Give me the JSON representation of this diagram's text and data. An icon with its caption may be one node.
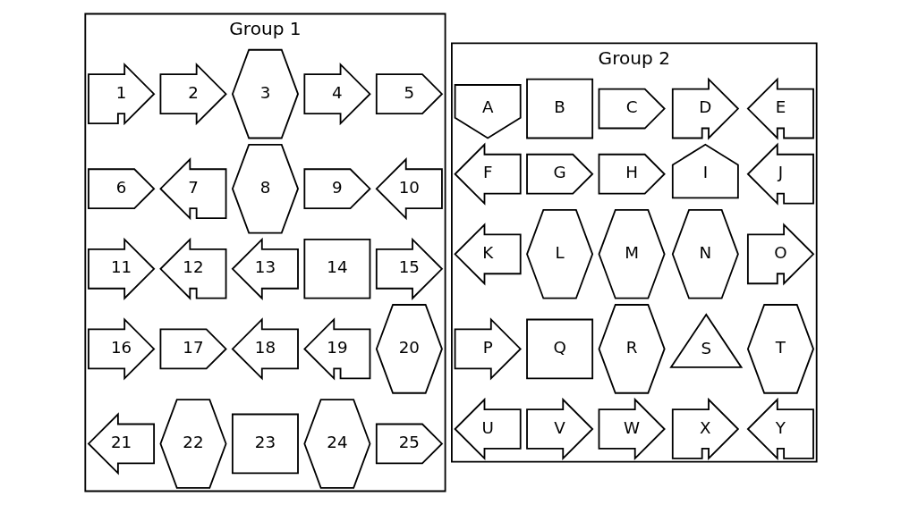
{
  "diagram": {
    "nodes": [
      {
        "text": [
          "Group 1"
        ]
      },
      {
        "text": [
          "1"
        ],
        "in": 0
      },
      {
        "text": [
          "2"
        ],
        "in": 0
      },
      {
        "text": [
          "3"
        ],
        "in": 0
      },
      {
        "text": [
          "4"
        ],
        "in": 0
      },
      {
        "text": [
          "5"
        ],
        "in": 0
      },
      {
        "text": [
          "6"
        ],
        "in": 0
      },
      {
        "text": [
          "7"
        ],
        "in": 0
      },
      {
        "text": [
          "8"
        ],
        "in": 0
      },
      {
        "text": [
          "9"
        ],
        "in": 0
      },
      {
        "text": [
          "10"
        ],
        "in": 0
      },
      {
        "text": [
          "11"
        ],
        "in": 0
      },
      {
        "text": [
          "12"
        ],
        "in": 0
      },
      {
        "text": [
          "13"
        ],
        "in": 0
      },
      {
        "text": [
          "14"
        ],
        "in": 0
      },
      {
        "text": [
          "15"
        ],
        "in": 0
      },
      {
        "text": [
          "16"
        ],
        "in": 0
      },
      {
        "text": [
          "17"
        ],
        "in": 0
      },
      {
        "text": [
          "18"
        ],
        "in": 0
      },
      {
        "text": [
          "19"
        ],
        "in": 0
      },
      {
        "text": [
          "20"
        ],
        "in": 0
      },
      {
        "text": [
          "21"
        ],
        "in": 0
      },
      {
        "text": [
          "22"
        ],
        "in": 0
      },
      {
        "text": [
          "23"
        ],
        "in": 0
      },
      {
        "text": [
          "24"
        ],
        "in": 0
      },
      {
        "text": [
          "25"
        ],
        "in": 0
      },
      {
        "text": [
          "Group 2"
        ]
      },
      {
        "text": [
          "A"
        ],
        "in": 26
      },
      {
        "text": [
          "B"
        ],
        "in": 26
      },
      {
        "text": [
          "C"
        ],
        "in": 26
      },
      {
        "text": [
          "D"
        ],
        "in": 26
      },
      {
        "text": [
          "E"
        ],
        "in": 26
      },
      {
        "text": [
          "F"
        ],
        "in": 26
      },
      {
        "text": [
          "G"
        ],
        "in": 26
      },
      {
        "text": [
          "H"
        ],
        "in": 26
      },
      {
        "text": [
          "I"
        ],
        "in": 26
      },
      {
        "text": [
          "J"
        ],
        "in": 26
      },
      {
        "text": [
          "K"
        ],
        "in": 26
      },
      {
        "text": [
          "L"
        ],
        "in": 26
      },
      {
        "text": [
          "M"
        ],
        "in": 26
      },
      {
        "text": [
          "N"
        ],
        "in": 26
      },
      {
        "text": [
          "O"
        ],
        "in": 26
      },
      {
        "text": [
          "P"
        ],
        "in": 26
      },
      {
        "text": [
          "Q"
        ],
        "in": 26
      },
      {
        "text": [
          "R"
        ],
        "in": 26
      },
      {
        "text": [
          "S"
        ],
        "in": 26
      },
      {
        "text": [
          "T"
        ],
        "in": 26
      },
      {
        "text": [
          "U"
        ],
        "in": 26
      },
      {
        "text": [
          "V"
        ],
        "in": 26
      },
      {
        "text": [
          "W"
        ],
        "in": 26
      },
      {
        "text": [
          "X"
        ],
        "in": 26
      },
      {
        "text": [
          "Y"
        ],
        "in": 26
      }
    ],
    "edges": []
  }
}
